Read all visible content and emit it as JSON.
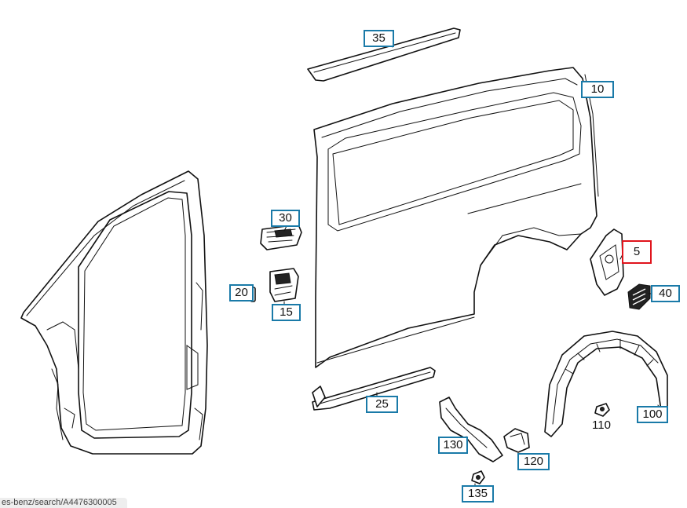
{
  "diagram": {
    "parts": [
      {
        "id": "part-35",
        "label": "35"
      },
      {
        "id": "part-10",
        "label": "10"
      },
      {
        "id": "part-30",
        "label": "30"
      },
      {
        "id": "part-5",
        "label": "5",
        "highlighted": true
      },
      {
        "id": "part-20",
        "label": "20"
      },
      {
        "id": "part-40",
        "label": "40"
      },
      {
        "id": "part-15",
        "label": "15"
      },
      {
        "id": "part-25",
        "label": "25"
      },
      {
        "id": "part-100",
        "label": "100"
      },
      {
        "id": "part-110",
        "label": "110"
      },
      {
        "id": "part-130",
        "label": "130"
      },
      {
        "id": "part-120",
        "label": "120"
      },
      {
        "id": "part-135",
        "label": "135"
      }
    ],
    "highlight_color": "#e0141c",
    "callout_color": "#1a7aa8"
  },
  "status": {
    "url_fragment": "es-benz/search/A4476300005"
  }
}
